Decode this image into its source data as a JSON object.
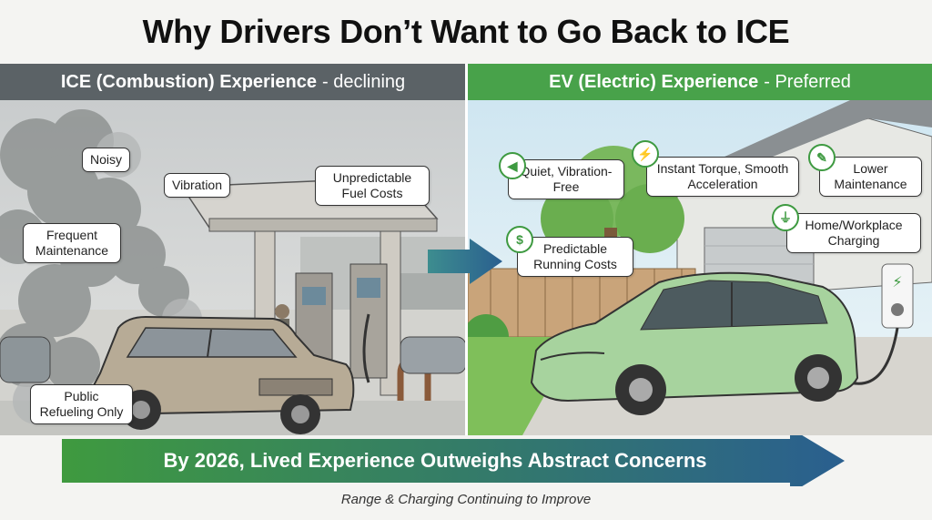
{
  "title": "Why Drivers Don’t Want to Go Back to ICE",
  "left_panel": {
    "header_main": "ICE (Combustion) Experience",
    "header_sub": "- declining",
    "callouts": {
      "noisy": "Noisy",
      "vibration": "Vibration",
      "fuel_costs": "Unpredictable Fuel Costs",
      "maintenance": "Frequent Maintenance",
      "refueling": "Public Refueling Only"
    }
  },
  "right_panel": {
    "header_main": "EV (Electric) Experience",
    "header_sub": "- Preferred",
    "callouts": {
      "quiet": "Quiet, Vibration-Free",
      "torque": "Instant Torque, Smooth Acceleration",
      "lower_maintenance": "Lower Maintenance",
      "running_costs": "Predictable Running Costs",
      "charging": "Home/Workplace Charging"
    },
    "icons": {
      "quiet": "speaker-icon",
      "torque": "lightning-icon",
      "lower_maintenance": "wrench-icon",
      "running_costs": "receipt-icon",
      "charging": "plug-icon"
    }
  },
  "banner": {
    "text": "By 2026, Lived Experience Outweighs Abstract Concerns"
  },
  "footnote": "Range & Charging Continuing to Improve",
  "colors": {
    "ice_header": "#5b6266",
    "ev_header": "#48a24a",
    "banner_start": "#3f9a3f",
    "banner_end": "#2a5f8f",
    "ev_car": "#a7d39e",
    "ice_car": "#b7ab96"
  }
}
